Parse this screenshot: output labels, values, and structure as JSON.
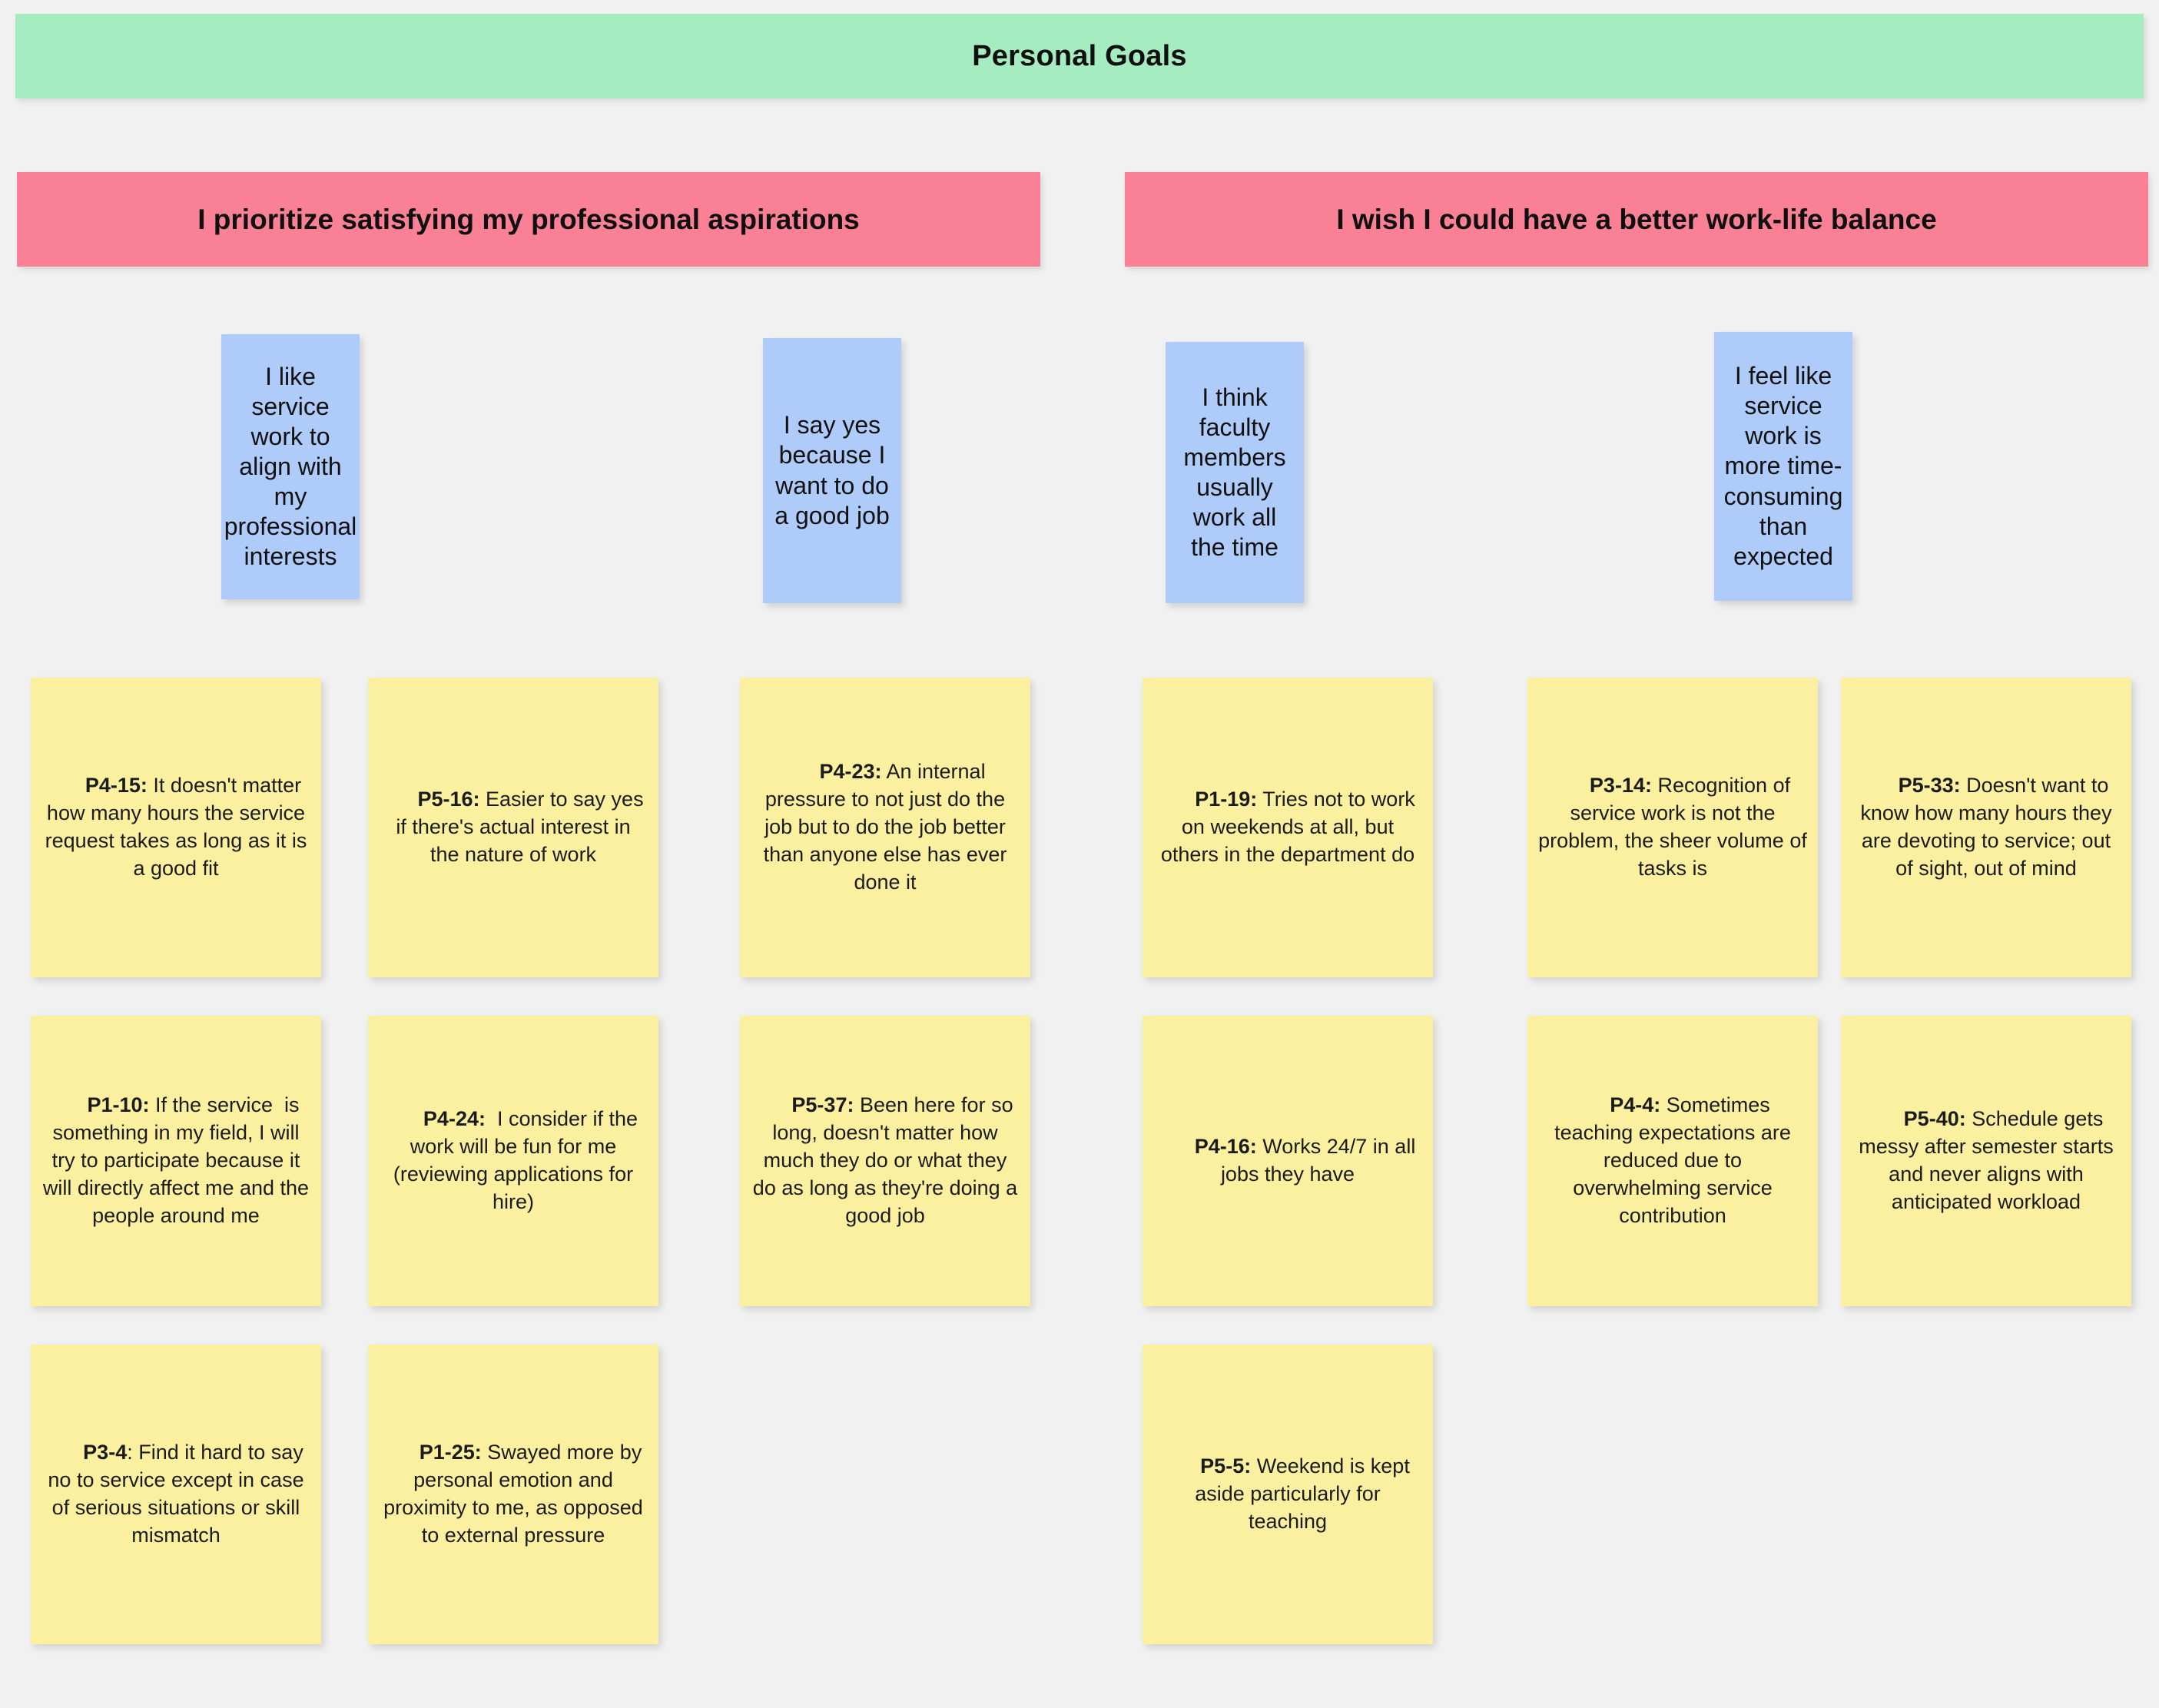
{
  "board": {
    "background_color": "#f1f1f1",
    "title_banner": {
      "label": "Personal Goals",
      "color": "#a5ecc0"
    },
    "categories": [
      {
        "label": "I prioritize satisfying my professional aspirations",
        "color": "#fa8096"
      },
      {
        "label": "I wish I could have a better work-life balance",
        "color": "#fa8096"
      }
    ],
    "subthemes": [
      {
        "label": "I like service work to align with my professional interests",
        "color": "#aecbfa"
      },
      {
        "label": "I say yes because I want to do a good job",
        "color": "#aecbfa"
      },
      {
        "label": "I think faculty members usually work all the time",
        "color": "#aecbfa"
      },
      {
        "label": "I feel like service work is more time-consuming than expected",
        "color": "#aecbfa"
      }
    ],
    "quotes": [
      {
        "id": "P4-15:",
        "text": " It doesn't matter how many hours the service request takes as long as it is a good fit",
        "color": "#fbf0a0"
      },
      {
        "id": "P5-16:",
        "text": " Easier to say yes if there's actual interest in the nature of work",
        "color": "#fbf0a0"
      },
      {
        "id": "P4-23:",
        "text": " An internal pressure to not just do the job but to do the job better than anyone else has ever done it",
        "color": "#fbf0a0"
      },
      {
        "id": "P1-19:",
        "text": " Tries not to work on weekends at all, but others in the department do",
        "color": "#fbf0a0"
      },
      {
        "id": "P3-14:",
        "text": " Recognition of service work is not the problem, the sheer volume of tasks is",
        "color": "#fbf0a0"
      },
      {
        "id": "P5-33:",
        "text": " Doesn't want to know how many hours they are devoting to service; out of sight, out of mind",
        "color": "#fbf0a0"
      },
      {
        "id": "P1-10:",
        "text": " If the service  is something in my field, I will try to participate because it will directly affect me and the people around me",
        "color": "#fbf0a0"
      },
      {
        "id": "P4-24:",
        "text": "  I consider if the work will be fun for me (reviewing applications for hire)",
        "color": "#fbf0a0"
      },
      {
        "id": "P5-37:",
        "text": " Been here for so long, doesn't matter how much they do or what they do as long as they're doing a good job",
        "color": "#fbf0a0"
      },
      {
        "id": "P4-16:",
        "text": " Works 24/7 in all jobs they have",
        "color": "#fbf0a0"
      },
      {
        "id": "P4-4:",
        "text": " Sometimes teaching expectations are reduced due to overwhelming service contribution",
        "color": "#fbf0a0"
      },
      {
        "id": "P5-40:",
        "text": " Schedule gets messy after semester starts and never aligns with anticipated workload",
        "color": "#fbf0a0"
      },
      {
        "id": "P3-4",
        "text": ": Find it hard to say no to service except in case of serious situations or skill mismatch",
        "color": "#fbf0a0"
      },
      {
        "id": "P1-25:",
        "text": " Swayed more by personal emotion and proximity to me, as opposed to external pressure",
        "color": "#fbf0a0"
      },
      {
        "id": "P5-5:",
        "text": " Weekend is kept aside particularly for teaching",
        "color": "#fbf0a0"
      }
    ]
  }
}
